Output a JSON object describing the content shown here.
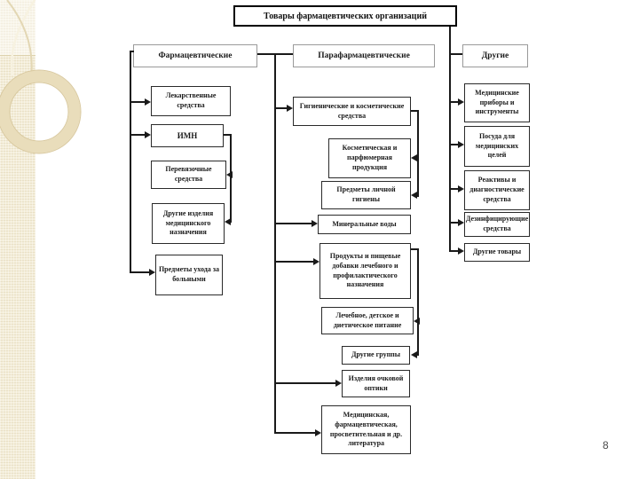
{
  "slide": {
    "page_number": "8"
  },
  "colors": {
    "background": "#ffffff",
    "sidebar_beige": "#f1ead3",
    "ring_beige": "#e9ddbb",
    "line_black": "#1a1a1a"
  },
  "diagram": {
    "title": "Товары фармацевтических организаций",
    "groups": [
      {
        "label": "Фармацевтические",
        "items": [
          {
            "label": "Лекарственные средства"
          },
          {
            "label": "ИМН"
          },
          {
            "label": "Перевязочные средства"
          },
          {
            "label": "Другие изделия медицинского назначения"
          },
          {
            "label": "Предметы ухода за больными"
          }
        ]
      },
      {
        "label": "Парафармацевтические",
        "items": [
          {
            "label": "Гигиенические и косметические средства"
          },
          {
            "label": "Косметическая и парфюмерная продукция"
          },
          {
            "label": "Предметы личной гигиены"
          },
          {
            "label": "Минеральные воды"
          },
          {
            "label": "Продукты и пищевые добавки лечебного и профилактического назначения"
          },
          {
            "label": "Лечебное, детское и диетическое питание"
          },
          {
            "label": "Другие группы"
          },
          {
            "label": "Изделия очковой оптики"
          },
          {
            "label": "Медицинская, фармацевтическая, просветительная и др. литература"
          }
        ]
      },
      {
        "label": "Другие",
        "items": [
          {
            "label": "Медицинские приборы и инструменты"
          },
          {
            "label": "Посуда для медицинских целей"
          },
          {
            "label": "Реактивы и диагностические средства"
          },
          {
            "label": "Дезинфицирующие средства"
          },
          {
            "label": "Другие товары"
          }
        ]
      }
    ]
  }
}
